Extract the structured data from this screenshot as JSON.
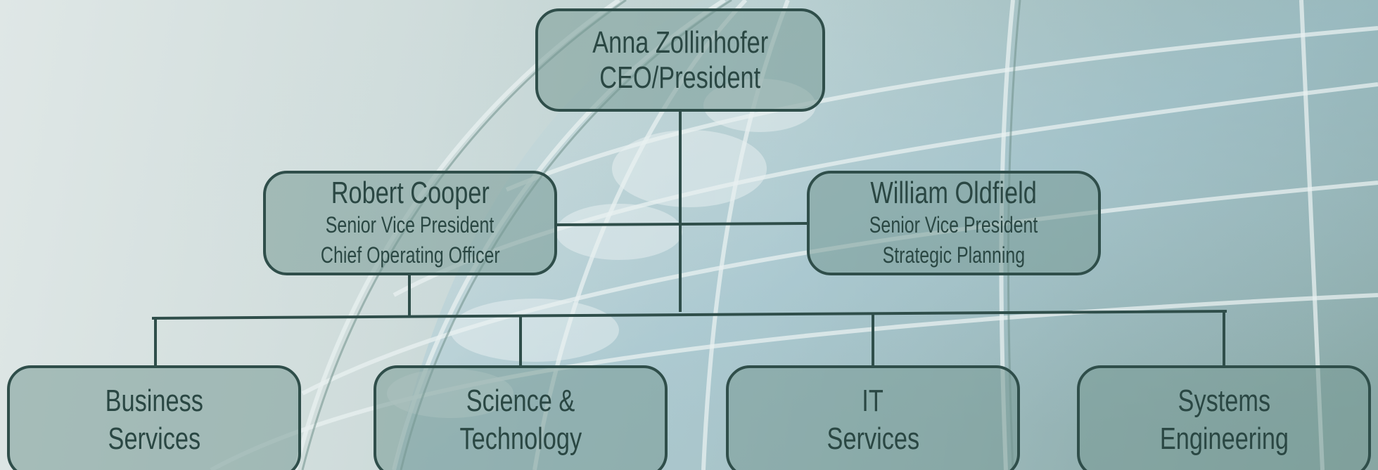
{
  "org_chart": {
    "ceo": {
      "name": "Anna Zollinhofer",
      "title": "CEO/President"
    },
    "vps": [
      {
        "name": "Robert Cooper",
        "title_line1": "Senior Vice President",
        "title_line2": "Chief Operating Officer"
      },
      {
        "name": "William Oldfield",
        "title_line1": "Senior Vice President",
        "title_line2": "Strategic Planning"
      }
    ],
    "departments": [
      {
        "line1": "Business",
        "line2": "Services"
      },
      {
        "line1": "Science &",
        "line2": "Technology"
      },
      {
        "line1": "IT",
        "line2": "Services"
      },
      {
        "line1": "Systems",
        "line2": "Engineering"
      }
    ]
  },
  "colors": {
    "box_border": "#2f4e4a",
    "box_fill": "#789b96",
    "text": "#2a4743",
    "connector": "#2f4e4a"
  }
}
